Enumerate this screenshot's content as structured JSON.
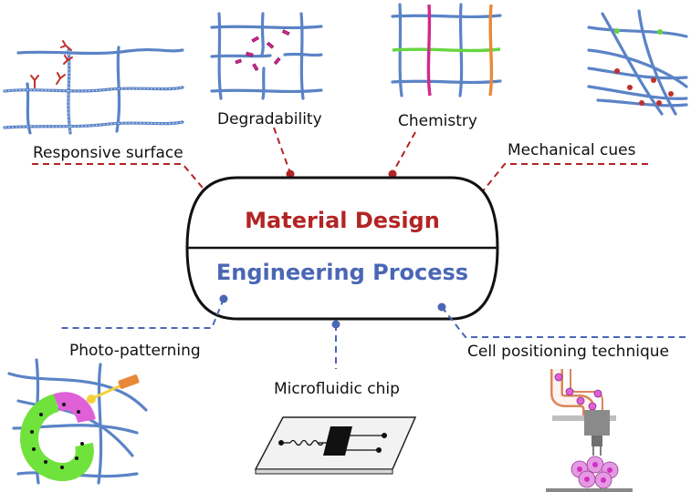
{
  "center": {
    "top_title": "Material Design",
    "bottom_title": "Engineering Process",
    "top_color": "#b32424",
    "bottom_color": "#4a67b5"
  },
  "material_design": [
    {
      "label": "Responsive surface"
    },
    {
      "label": "Degradability"
    },
    {
      "label": "Chemistry"
    },
    {
      "label": "Mechanical cues"
    }
  ],
  "engineering_process": [
    {
      "label": "Photo-patterning"
    },
    {
      "label": "Microfluidic chip"
    },
    {
      "label": "Cell positioning technique"
    }
  ],
  "colors": {
    "material_connector": "#b32424",
    "process_connector": "#4a67b5",
    "fiber": "#5b83c6",
    "crosslink_red": "#c0302b",
    "green_fiber": "#66d640",
    "magenta_fiber": "#d2288f",
    "orange_fiber": "#e8893a",
    "cell_magenta": "#e060d8",
    "cell_green": "#6fe23c"
  },
  "icons": [
    "hydrogel-network-with-ligands-icon",
    "degrading-network-icon",
    "chemically-modified-network-icon",
    "crosslinked-network-icon",
    "photo-patterned-tissue-icon",
    "microfluidic-chip-icon",
    "cell-printer-icon"
  ]
}
